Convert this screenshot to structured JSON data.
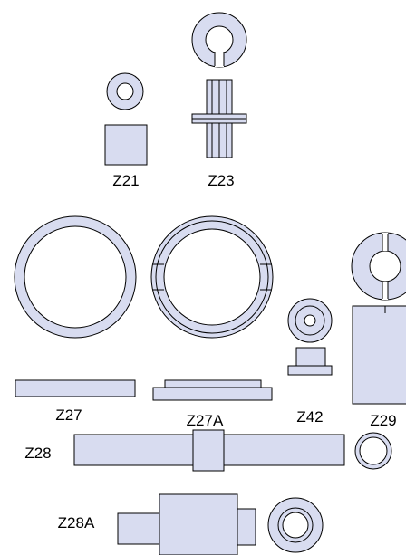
{
  "parts": [
    {
      "id": "z21",
      "label": "Z21"
    },
    {
      "id": "z23",
      "label": "Z23"
    },
    {
      "id": "z27",
      "label": "Z27"
    },
    {
      "id": "z27a",
      "label": "Z27A"
    },
    {
      "id": "z42",
      "label": "Z42"
    },
    {
      "id": "z29",
      "label": "Z29"
    },
    {
      "id": "z28",
      "label": "Z28"
    },
    {
      "id": "z28a",
      "label": "Z28A"
    }
  ],
  "colors": {
    "part_fill": "#d8dcf0",
    "outline": "#000000",
    "background": "#ffffff"
  }
}
